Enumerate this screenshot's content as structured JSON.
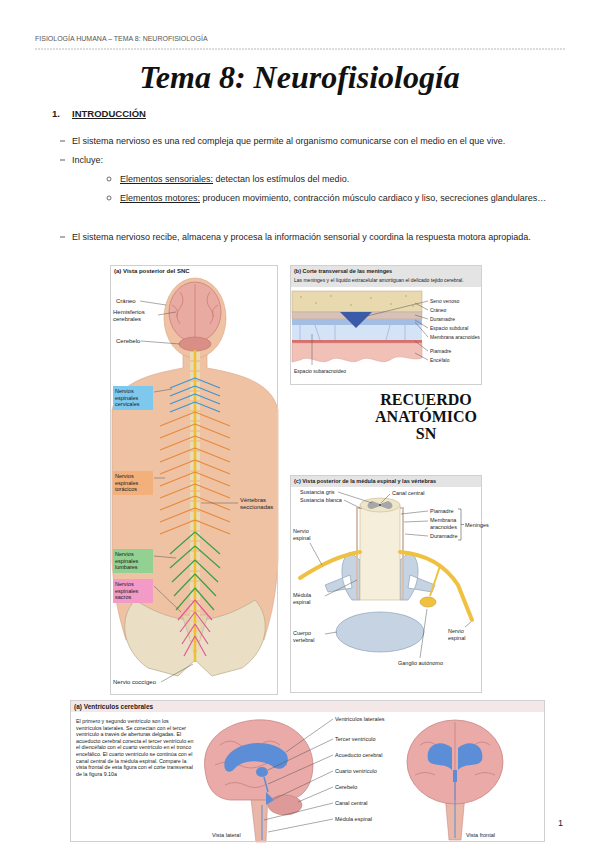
{
  "diagram": {
    "title": "Tema 8: Neurofisiología",
    "nodes": [
      {
        "text": [
          "(a) Vista posterior del SNC"
        ]
      },
      {
        "text": [
          "Nervios espinales cervicales"
        ],
        "in": 0
      },
      {
        "text": [
          "Nervios espinales torácicos"
        ],
        "in": 0
      },
      {
        "text": [
          "Nervios espinales lumbares"
        ],
        "in": 0
      },
      {
        "text": [
          "Nervios espinales sacros"
        ],
        "in": 0
      },
      {
        "text": [
          "(b) Corte transversal de las meninges",
          "Las meninges y el líquido extracelular amortiguan el delicado tejido cerebral."
        ]
      },
      {
        "text": [
          "(c) Vista posterior de la médula espinal y las vértebras"
        ]
      },
      {
        "text": [
          "(a) Ventrículos cerebrales",
          "El primero y segundo ventrículo son los ventrículos laterales. Se conectan con el tercer ventrículo a través de aberturas delgadas. El acueducto cerebral conecta el tercer ventrículo en el diencéfalo con el cuarto ventrículo en el tronco encefálico. El cuarto ventrículo se continúa con el canal central de la médula espinal. Compare la vista frontal de esta figura con el corte transversal de la figura 9.10a"
        ]
      }
    ],
    "labels": [
      "FISIOLOGÍA HUMANA – TEMA 8: NEUROFISIOLOGÍA",
      "1.",
      "INTRODUCCIÓN",
      "El sistema nervioso es una red compleja que permite al organismo comunicarse con el medio en el que vive.",
      "Incluye:",
      "Elementos sensoriales:",
      "detectan los estímulos del medio.",
      "Elementos motores:",
      "producen movimiento, contracción músculo cardiaco y liso, secreciones glandulares…",
      "El sistema nervioso recibe, almacena y procesa la información sensorial y coordina la respuesta motora apropiada.",
      "Cráneo",
      "Hemisferios cerebrales",
      "Cerebelo",
      "Vértebras seccionadas",
      "Nervio coccígeo",
      "Seno venoso",
      "Cráneo",
      "Duramadre",
      "Espacio subdural",
      "Membrana aracnoides",
      "Piamadre",
      "Encéfalo",
      "Espacio subaracnoideo",
      "RECUERDO ANATÓMICO SN",
      "Canal central",
      "Sustancia gris",
      "Sustancia blanca",
      "Nervio espinal",
      "Médula espinal",
      "Cuerpo vertebral",
      "Piamadre",
      "Membrana aracnoides",
      "Duramadre",
      "Meninges",
      "Ganglio autónomo",
      "Nervio espinal",
      "Ventrículos laterales",
      "Tercer ventrículo",
      "Acueducto cerebral",
      "Cuarto ventrículo",
      "Cerebelo",
      "Canal central",
      "Médula espinal",
      "Vista lateral",
      "Vista frontal",
      "1"
    ]
  }
}
